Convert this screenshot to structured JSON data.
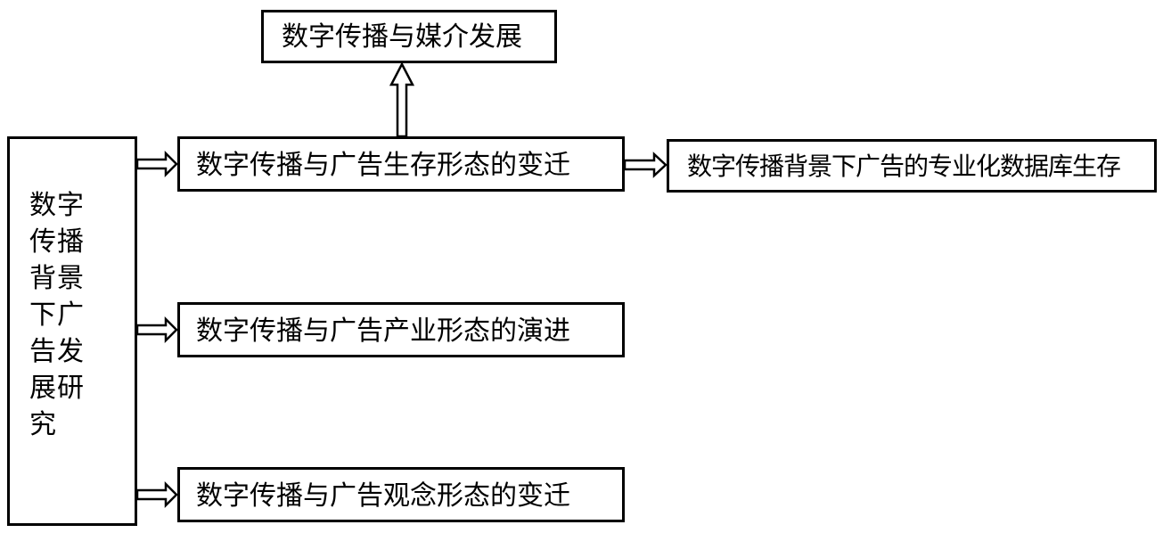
{
  "diagram": {
    "root": {
      "lines": [
        "数字",
        "传播",
        "背景",
        "下广",
        "告发",
        "展研",
        "究"
      ]
    },
    "branches": [
      {
        "id": "b1",
        "label": "数字传播与广告生存形态的变迁"
      },
      {
        "id": "b2",
        "label": "数字传播与广告产业形态的演进"
      },
      {
        "id": "b3",
        "label": "数字传播与广告观念形态的变迁"
      }
    ],
    "top_node": {
      "label": "数字传播与媒介发展"
    },
    "right_node": {
      "label": "数字传播背景下广告的专业化数据库生存"
    }
  }
}
